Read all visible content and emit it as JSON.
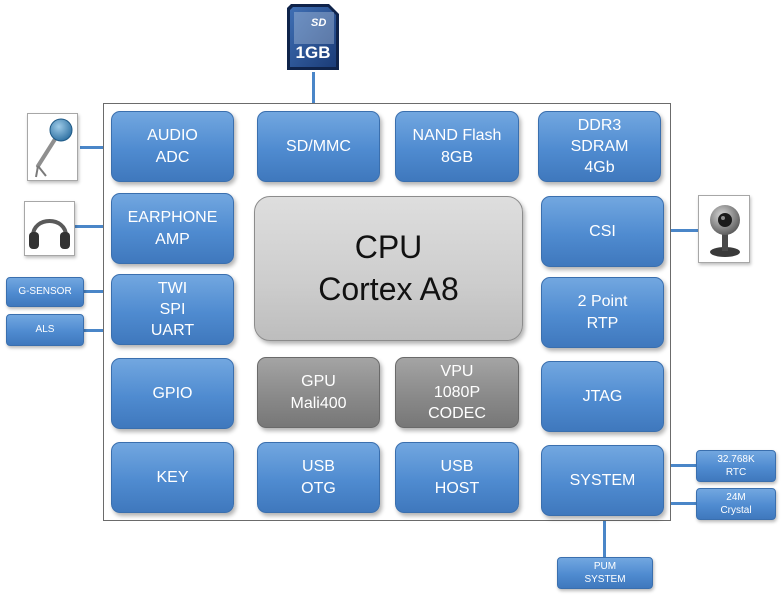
{
  "sd_card": {
    "brand": "SD",
    "capacity": "1GB"
  },
  "cpu": {
    "line1": "CPU",
    "line2": "Cortex A8"
  },
  "blocks": {
    "audio_adc": [
      "AUDIO",
      "ADC"
    ],
    "sd_mmc": [
      "SD/MMC"
    ],
    "nand": [
      "NAND Flash",
      "8GB"
    ],
    "ddr3": [
      "DDR3",
      "SDRAM",
      "4Gb"
    ],
    "earphone": [
      "EARPHONE",
      "AMP"
    ],
    "csi": [
      "CSI"
    ],
    "twi": [
      "TWI",
      "SPI",
      "UART"
    ],
    "rtp": [
      "2 Point",
      "RTP"
    ],
    "gpio": [
      "GPIO"
    ],
    "gpu": [
      "GPU",
      "Mali400"
    ],
    "vpu": [
      "VPU",
      "1080P",
      "CODEC"
    ],
    "jtag": [
      "JTAG"
    ],
    "key": [
      "KEY"
    ],
    "usb_otg": [
      "USB",
      "OTG"
    ],
    "usb_host": [
      "USB",
      "HOST"
    ],
    "system": [
      "SYSTEM"
    ]
  },
  "external": {
    "g_sensor": [
      "G-SENSOR"
    ],
    "als": [
      "ALS"
    ],
    "rtc": [
      "32.768K",
      "RTC"
    ],
    "crystal": [
      "24M",
      "Crystal"
    ],
    "pum": [
      "PUM",
      "SYSTEM"
    ]
  },
  "colors": {
    "block_blue": "#4f8bd0",
    "block_gray": "#8a8a8a",
    "cpu_gray": "#cdcdcd",
    "line_blue": "#4a86c8",
    "chip_border": "#6b6b6b"
  },
  "icons": {
    "microphone": "microphone-icon",
    "headphones": "headphones-icon",
    "webcam": "webcam-icon",
    "sd_card": "sd-card-icon"
  }
}
